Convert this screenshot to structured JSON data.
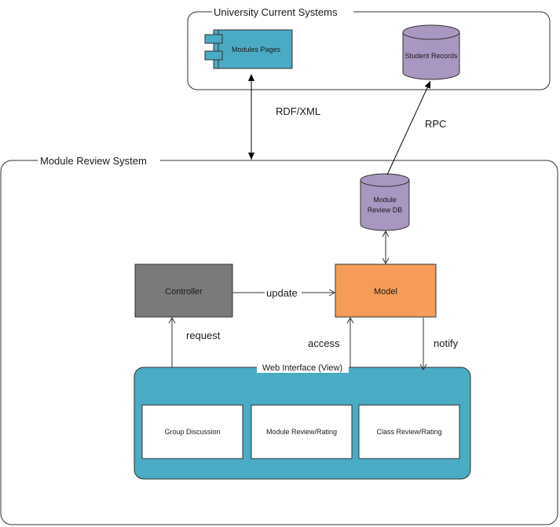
{
  "diagram": {
    "colors": {
      "teal": "#4aabc4",
      "purple": "#a897c0",
      "gray": "#7a7a7a",
      "orange": "#f59c58",
      "stroke": "#333333",
      "white": "#ffffff"
    },
    "university_group": {
      "title": "University Current Systems",
      "modules_pages": {
        "label": "Modules Pages",
        "shape": "component"
      },
      "student_records": {
        "label": "Student Records",
        "shape": "database-cylinder"
      }
    },
    "module_review_group": {
      "title": "Module Review System",
      "module_review_db": {
        "label_line1": "Module",
        "label_line2": "Review DB",
        "shape": "database-cylinder"
      },
      "controller": {
        "label": "Controller"
      },
      "model": {
        "label": "Model"
      },
      "web_interface": {
        "title": "Web Interface (View)",
        "panels": [
          {
            "label": "Group Discussion"
          },
          {
            "label": "Module Review/Rating"
          },
          {
            "label": "Class Review/Rating"
          }
        ]
      }
    },
    "connectors": [
      {
        "from": "Modules Pages",
        "to": "Module Review System",
        "label": "RDF/XML",
        "direction": "bidirectional"
      },
      {
        "from": "Module Review DB",
        "to": "Student Records",
        "label": "RPC",
        "direction": "forward"
      },
      {
        "from": "Model",
        "to": "Module Review DB",
        "label": "",
        "direction": "bidirectional"
      },
      {
        "from": "Controller",
        "to": "Model",
        "label": "update",
        "direction": "forward"
      },
      {
        "from": "Web Interface (View)",
        "to": "Controller",
        "label": "request",
        "direction": "forward"
      },
      {
        "from": "Web Interface (View)",
        "to": "Model",
        "label": "access",
        "direction": "forward"
      },
      {
        "from": "Model",
        "to": "Web Interface (View)",
        "label": "notify",
        "direction": "forward"
      }
    ]
  }
}
